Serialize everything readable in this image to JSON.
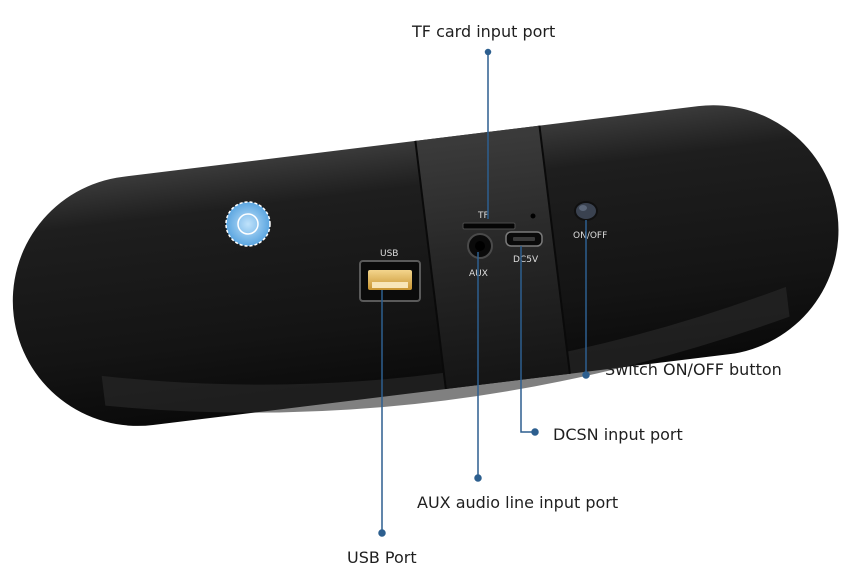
{
  "product": {
    "port_labels": {
      "tf": "TF",
      "usb": "USB",
      "aux": "AUX",
      "dc": "DC5V",
      "power": "ON/OFF"
    }
  },
  "callouts": {
    "tf_card": "TF card input port",
    "switch": "Switch ON/OFF button",
    "dcsn": "DCSN input port",
    "aux": "AUX audio line input port",
    "usb": "USB Port"
  },
  "colors": {
    "body": "#1b1b1b",
    "band": "#262626",
    "leader": "#2d5f8f",
    "usb_insert": "#e3b75a",
    "logo": "#5aa5e0"
  }
}
